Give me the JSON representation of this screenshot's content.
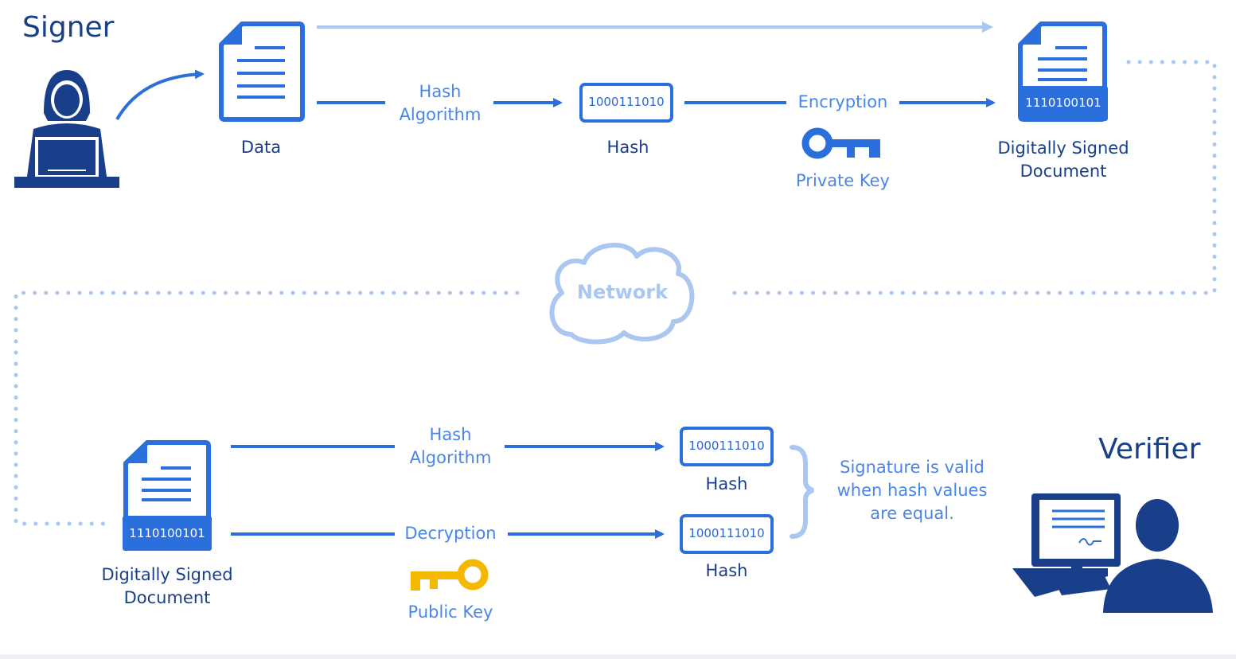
{
  "roles": {
    "signer": "Signer",
    "verifier": "Verifier"
  },
  "signer_flow": {
    "data_label": "Data",
    "hash_algorithm_label": "Hash\nAlgorithm",
    "hash_value": "1000111010",
    "hash_label": "Hash",
    "encryption_label": "Encryption",
    "private_key_label": "Private Key",
    "signed_value": "1110100101",
    "signed_doc_label": "Digitally Signed\nDocument"
  },
  "network_label": "Network",
  "verifier_flow": {
    "signed_value": "1110100101",
    "signed_doc_label": "Digitally Signed\nDocument",
    "hash_algorithm_label": "Hash\nAlgorithm",
    "decryption_label": "Decryption",
    "public_key_label": "Public Key",
    "hash1_value": "1000111010",
    "hash1_label": "Hash",
    "hash2_value": "1000111010",
    "hash2_label": "Hash",
    "validity_note": "Signature is valid\nwhen hash values\nare equal."
  },
  "colors": {
    "dark_blue": "#1a3f8a",
    "primary_blue": "#2a6fdb",
    "light_blue": "#a9c7f1",
    "key_yellow": "#f5b800"
  }
}
